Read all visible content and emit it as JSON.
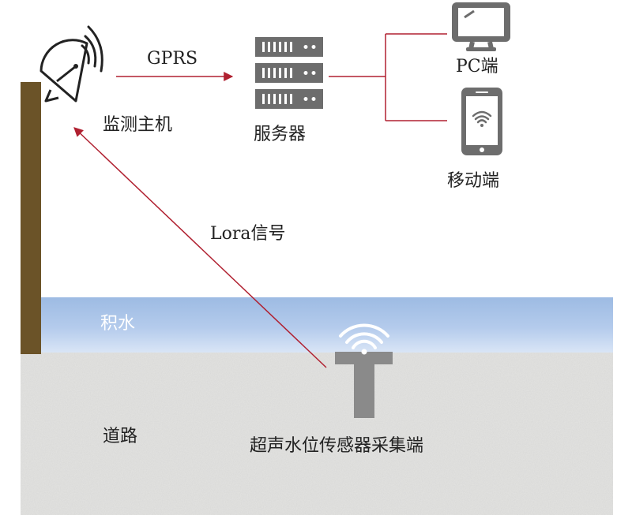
{
  "labels": {
    "gprs": "GPRS",
    "monitor_host": "监测主机",
    "server": "服务器",
    "pc": "PC端",
    "mobile": "移动端",
    "lora": "Lora信号",
    "water": "积水",
    "road": "道路",
    "sensor": "超声水位传感器采集端"
  },
  "colors": {
    "arrow": "#b02030",
    "pole": "#6b5328",
    "water": "#a9c3e6",
    "road": "#e4e4e2",
    "device": "#6d6d6d",
    "sensor": "#8a8a8a"
  },
  "icons": {
    "monitor_host": "satellite-dish-icon",
    "server": "server-rack-icon",
    "pc": "desktop-monitor-icon",
    "mobile": "smartphone-icon",
    "sensor": "wifi-signal-icon"
  }
}
